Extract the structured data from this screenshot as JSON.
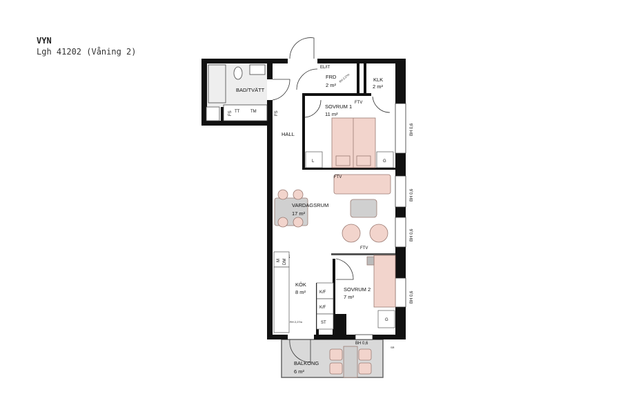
{
  "header": {
    "title": "VYN",
    "subtitle": "Lgh 41202 (Våning 2)"
  },
  "rooms": {
    "bath": {
      "name": "BAD/TVÄTT"
    },
    "hall": {
      "name": "HALL"
    },
    "frd": {
      "name": "FRD",
      "area": "2 m²"
    },
    "klk": {
      "name": "KLK",
      "area": "2 m²"
    },
    "bed1": {
      "name": "SOVRUM 1",
      "area": "11 m²"
    },
    "living": {
      "name": "VARDAGSRUM",
      "area": "17 m²"
    },
    "kitchen": {
      "name": "KÖK",
      "area": "8 m²"
    },
    "bed2": {
      "name": "SOVRUM 2",
      "area": "7 m²"
    },
    "balcony": {
      "name": "BALKONG",
      "area": "6 m²"
    }
  },
  "labels": {
    "elit": "EL/IT",
    "tt": "TT",
    "tm": "TM",
    "fs": "FS",
    "ftv": "FTV",
    "l": "L",
    "g": "G",
    "m": "M",
    "dm": "DM",
    "kf": "K/F",
    "st": "ST",
    "rh": "RH 2,27m",
    "bh": "BH 0,6",
    "sr": "SR"
  },
  "colors": {
    "wall": "#111111",
    "furniture": "#f2d4cc",
    "table": "#d0d0d0",
    "balcony": "#d9d9d9"
  }
}
